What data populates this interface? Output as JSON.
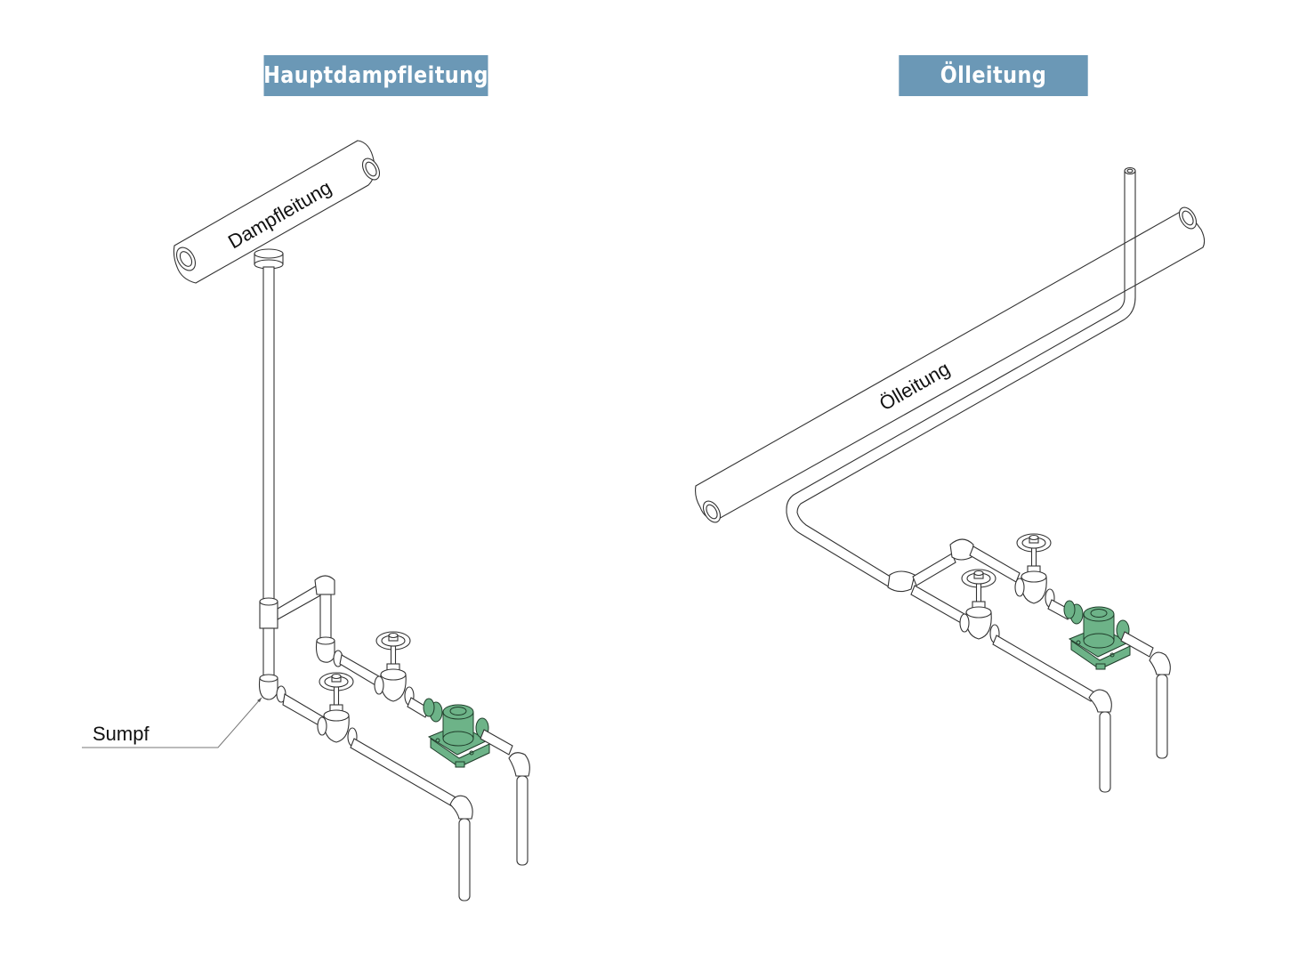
{
  "panels": [
    {
      "title": "Hauptdampfleitung",
      "pipe_label": "Dampfleitung",
      "callout": "Sumpf"
    },
    {
      "title": "Ölleitung",
      "pipe_label": "Ölleitung"
    }
  ],
  "colors": {
    "title_bg": "#6b98b6",
    "title_text": "#ffffff",
    "steam_trap": "#6db388",
    "line": "#333333"
  },
  "icons": [
    "valve-handwheel-icon",
    "steam-trap-icon",
    "pipe-elbow-icon",
    "pipe-tee-icon"
  ]
}
